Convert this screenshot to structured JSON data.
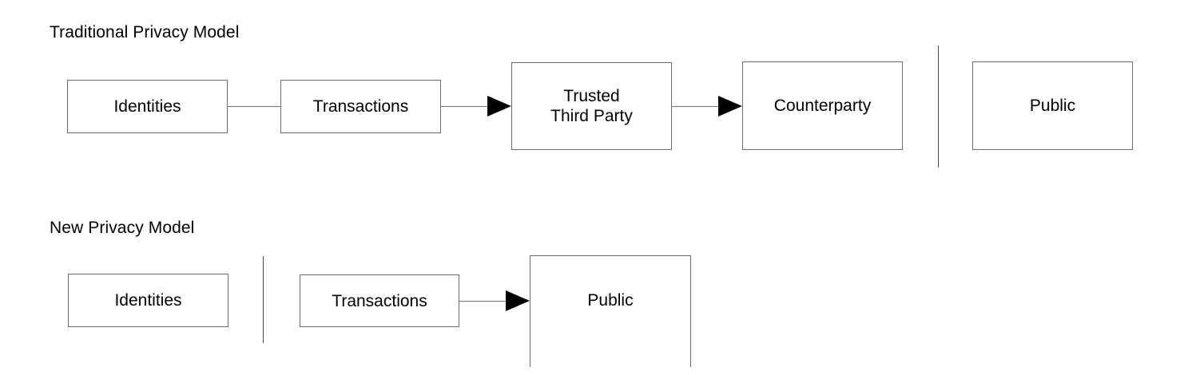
{
  "diagram": {
    "background_color": "#ffffff",
    "box_border_color": "#6b6b6b",
    "line_color": "#6f6f6f",
    "arrow_color": "#000000",
    "text_color": "#000000",
    "sections": [
      {
        "id": "traditional",
        "title": "Traditional Privacy Model",
        "nodes": [
          {
            "id": "identities",
            "label": "Identities"
          },
          {
            "id": "transactions",
            "label": "Transactions"
          },
          {
            "id": "trusted-third-party",
            "label": "Trusted\nThird Party"
          },
          {
            "id": "counterparty",
            "label": "Counterparty"
          },
          {
            "id": "public",
            "label": "Public"
          }
        ],
        "connectors": [
          {
            "from": "identities",
            "to": "transactions",
            "arrow": false
          },
          {
            "from": "transactions",
            "to": "trusted-third-party",
            "arrow": true
          },
          {
            "from": "trusted-third-party",
            "to": "counterparty",
            "arrow": true
          }
        ],
        "dividers": 1
      },
      {
        "id": "new",
        "title": "New Privacy Model",
        "nodes": [
          {
            "id": "identities",
            "label": "Identities"
          },
          {
            "id": "transactions",
            "label": "Transactions"
          },
          {
            "id": "public",
            "label": "Public"
          }
        ],
        "connectors": [
          {
            "from": "transactions",
            "to": "public",
            "arrow": true
          }
        ],
        "dividers": 1
      }
    ]
  }
}
